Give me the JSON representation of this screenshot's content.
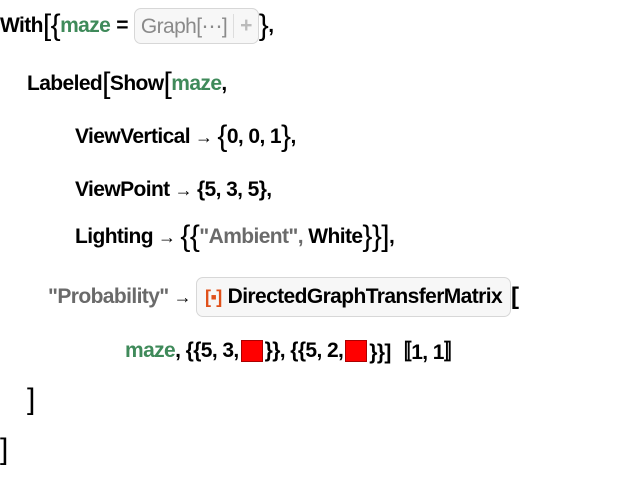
{
  "code": {
    "with_kw": "With",
    "maze_var": "maze",
    "equals": "=",
    "graph_placeholder": "Graph[⋯]",
    "graph_plus": "+",
    "labeled_kw": "Labeled",
    "show_kw": "Show",
    "view_vertical": "ViewVertical",
    "view_vertical_value": "0,  0,  1",
    "view_point": "ViewPoint",
    "view_point_value": "{5, 3, 5},",
    "lighting": "Lighting",
    "ambient": "\"Ambient\",",
    "white": "White",
    "probability_label": "\"Probability\"",
    "resource_function": "DirectedGraphTransferMatrix",
    "arg_start": "{{5, 3, ",
    "arg_mid": "}}, {{5, 2, ",
    "arg_end": "}}]〚1, 1〛",
    "arrow": "→",
    "square_color": "#ff0000"
  }
}
